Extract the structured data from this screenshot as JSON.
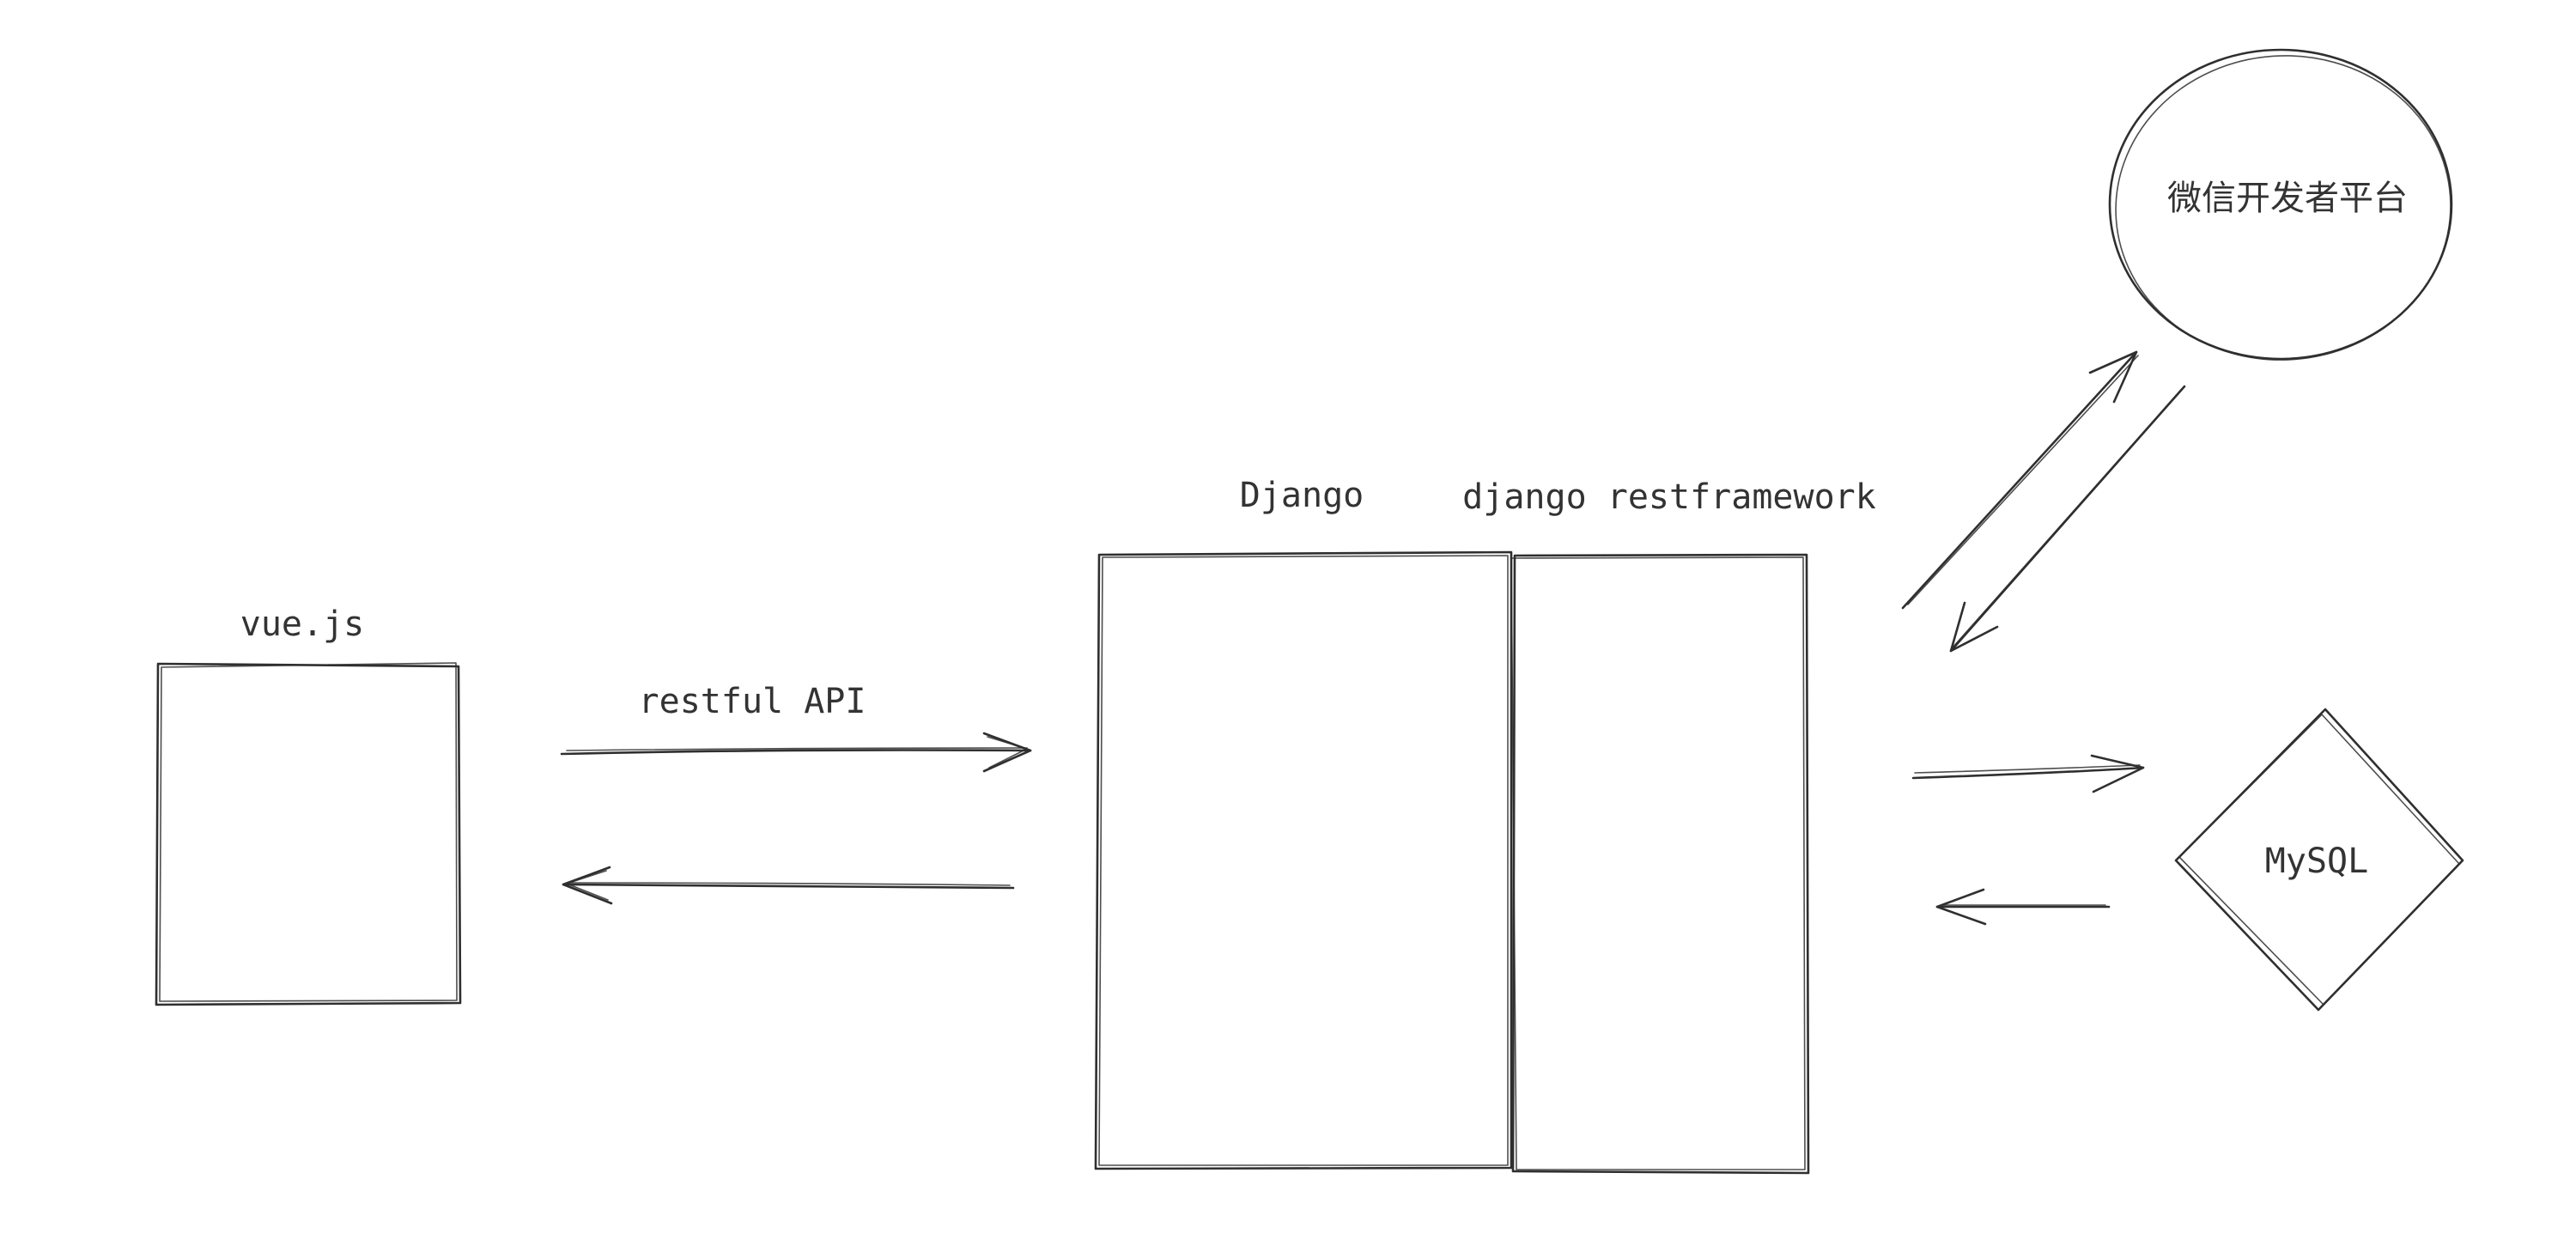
{
  "diagram": {
    "nodes": {
      "vue": {
        "label": "vue.js"
      },
      "django": {
        "label": "Django"
      },
      "drf": {
        "label": "django restframework"
      },
      "wechat": {
        "label": "微信开发者平台"
      },
      "mysql": {
        "label": "MySQL"
      }
    },
    "edges": {
      "api": {
        "label": "restful API"
      }
    }
  },
  "colors": {
    "stroke": "#2f2f2f",
    "text": "#333333",
    "background": "#ffffff"
  }
}
